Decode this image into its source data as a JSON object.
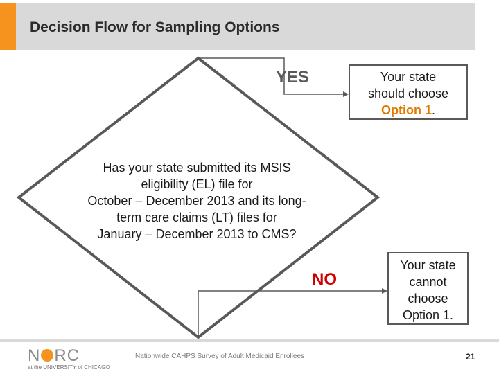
{
  "header": {
    "title": "Decision Flow for Sampling Options"
  },
  "yes_branch": {
    "label": "YES",
    "box_line1": "Your state",
    "box_line2": "should choose",
    "option": "Option 1",
    "punct": "."
  },
  "no_branch": {
    "label": "NO",
    "box_line1": "Your state",
    "box_line2": "cannot",
    "box_line3": "choose",
    "box_line4": "Option 1."
  },
  "question": {
    "line1": "Has your state submitted its MSIS",
    "line2": "eligibility (EL) file for",
    "line3": "October – December 2013 and its long-",
    "line4": "term care claims (LT) files for",
    "line5": "January – December 2013 to CMS?"
  },
  "footer": {
    "logo_n": "N",
    "logo_rc": "RC",
    "logo_sub": "at the UNIVERSITY of CHICAGO",
    "survey": "Nationwide CAHPS Survey of Adult Medicaid Enrollees",
    "page": "21"
  },
  "colors": {
    "accent": "#f6921e",
    "no": "#cc0000",
    "option": "#e07b00"
  }
}
